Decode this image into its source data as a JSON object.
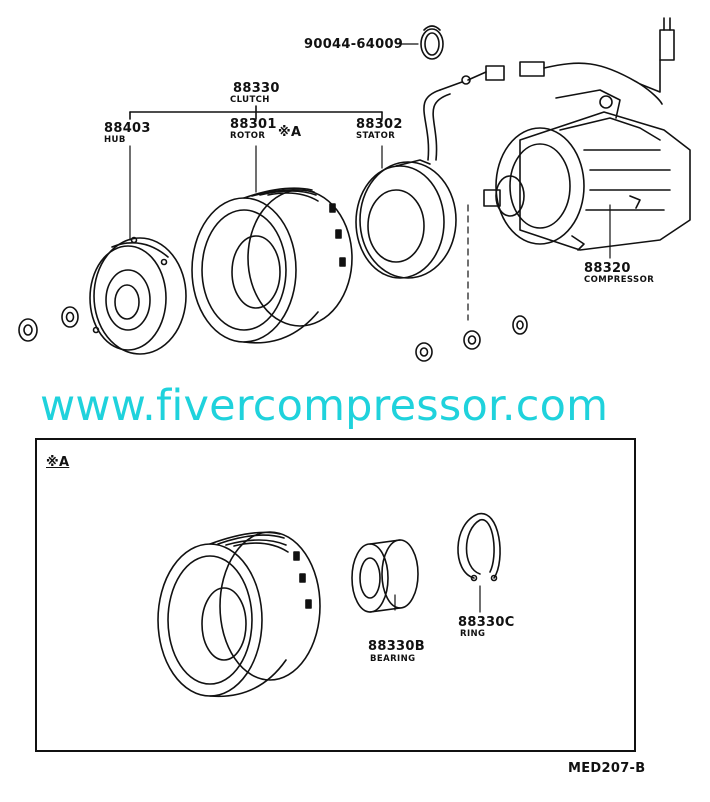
{
  "labels": {
    "clamp_part": "90044-64009",
    "clutch_num": "88330",
    "clutch_name": "CLUTCH",
    "hub_num": "88403",
    "hub_name": "HUB",
    "rotor_num": "88301",
    "rotor_name": "ROTOR",
    "rotor_ref": "※A",
    "stator_num": "88302",
    "stator_name": "STATOR",
    "compressor_num": "88320",
    "compressor_name": "COMPRESSOR",
    "bearing_num": "88330B",
    "bearing_name": "BEARING",
    "ring_num": "88330C",
    "ring_name": "RING",
    "detail_title": "※A",
    "diagram_code": "MED207-B"
  },
  "watermark": "www.fivercompressor.com",
  "colors": {
    "ink": "#111111",
    "watermark": "#1fd2dc",
    "background": "#ffffff"
  }
}
